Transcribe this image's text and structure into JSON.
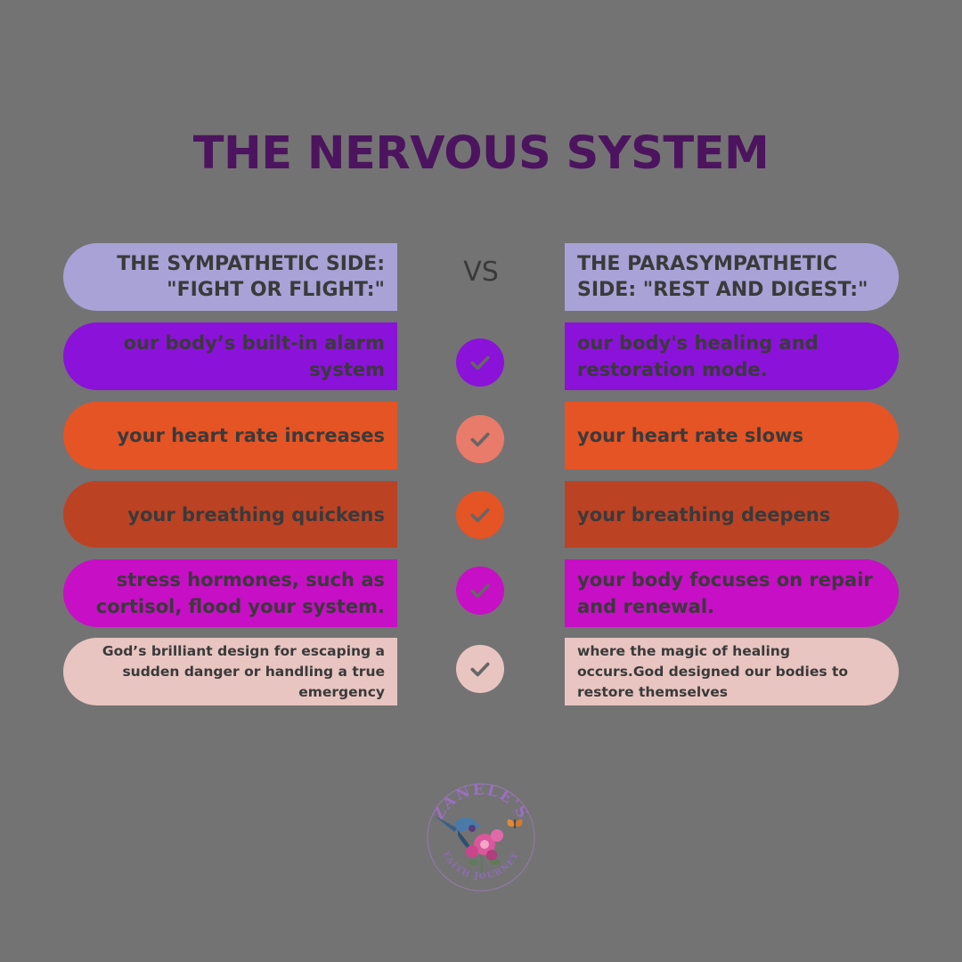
{
  "title": "THE NERVOUS SYSTEM",
  "vs_label": "VS",
  "header": {
    "left": "THE SYMPATHETIC SIDE:\n\"FIGHT OR FLIGHT:\"",
    "right": "THE PARASYMPATHETIC\nSIDE: \"REST AND DIGEST:\""
  },
  "rows": [
    {
      "left": "our body’s built-in alarm\nsystem",
      "right": "our body's healing and\nrestoration mode.",
      "color": "#8b12d9",
      "check_color": "#8b12d9"
    },
    {
      "left": "your heart rate increases",
      "right": "your heart rate slows",
      "color": "#e45425",
      "check_color": "#e87b6a"
    },
    {
      "left": "your breathing quickens",
      "right": "your breathing deepens",
      "color": "#bc4224",
      "check_color": "#e45425"
    },
    {
      "left": "stress hormones, such as\ncortisol, flood your system.",
      "right": "your body focuses on repair\nand renewal.",
      "color": "#c70fc5",
      "check_color": "#c70fc5"
    },
    {
      "left": "God’s brilliant design for escaping a\nsudden danger or handling a true\nemergency",
      "right": "where the magic of healing\noccurs.God designed our bodies to\nrestore themselves",
      "color": "#e8c5c1",
      "check_color": "#e8c5c1"
    }
  ],
  "colors": {
    "header_bg": "#a8a2d6",
    "title": "#4c145e",
    "text": "#3a3a3a",
    "background": "#737373"
  },
  "logo": {
    "top_text": "ZANELE'S",
    "bottom_text": "FAITH JOURNEY"
  }
}
